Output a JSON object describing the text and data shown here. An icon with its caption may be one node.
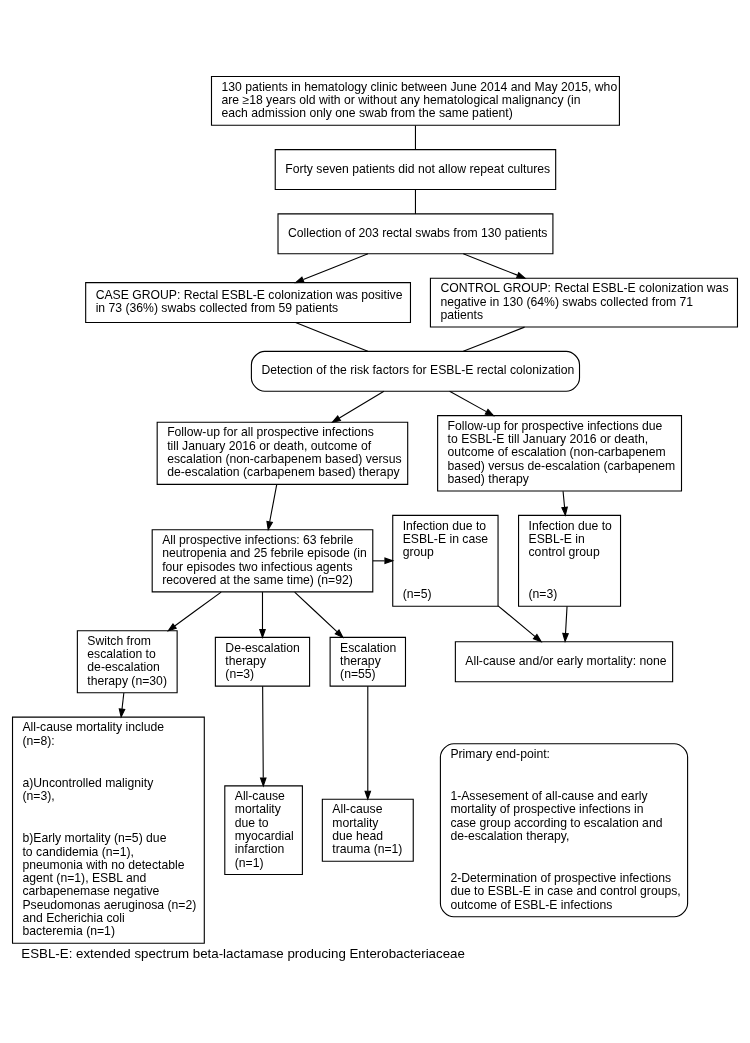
{
  "diagram": {
    "caption": "ESBL-E: extended spectrum beta-lactamase producing Enterobacteriaceae",
    "nodes": [
      {
        "text": [
          "130 patients in hematology clinic between June 2014 and May 2015, who are ≥18 years old with or without any hematological malignancy (in each admission only one swab from the same patient)"
        ]
      },
      {
        "text": [
          "Forty seven patients did not allow repeat cultures"
        ]
      },
      {
        "text": [
          "Collection of 203 rectal swabs from 130 patients"
        ]
      },
      {
        "text": [
          "CASE GROUP: Rectal ESBL-E colonization was positive in 73 (36%) swabs collected from 59 patients"
        ]
      },
      {
        "text": [
          "CONTROL GROUP: Rectal ESBL-E colonization was negative in 130 (64%) swabs collected from 71 patients"
        ]
      },
      {
        "text": [
          "Detection of the risk factors for ESBL-E rectal colonization"
        ]
      },
      {
        "text": [
          "Follow-up for all prospective infections till January 2016 or death, outcome of escalation (non-carbapenem based) versus de-escalation (carbapenem based) therapy"
        ]
      },
      {
        "text": [
          "Follow-up for prospective infections due to ESBL-E till January 2016 or death, outcome of escalation (non-carbapenem based) versus de-escalation (carbapenem based) therapy"
        ]
      },
      {
        "text": [
          "All prospective infections: 63 febrile neutropenia and 25 febrile episode (in four episodes two infectious agents recovered at the same time) (n=92)"
        ]
      },
      {
        "text": [
          "Infection due to ESBL-E in case group",
          "(n=5)"
        ]
      },
      {
        "text": [
          "Infection due to ESBL-E in control group",
          "(n=3)"
        ]
      },
      {
        "text": [
          "Switch from escalation to de-escalation therapy (n=30)"
        ]
      },
      {
        "text": [
          "De-escalation therapy (n=3)"
        ]
      },
      {
        "text": [
          "Escalation therapy (n=55)"
        ]
      },
      {
        "text": [
          "All-cause and/or early mortality: none"
        ]
      },
      {
        "text": [
          "All-cause mortality include (n=8):",
          "a)Uncontrolled malignity (n=3),",
          "b)Early mortality (n=5) due to candidemia (n=1), pneumonia with no detectable agent (n=1), ESBL and carbapenemase negative Pseudomonas aeruginosa (n=2) and Echerichia coli bacteremia (n=1)"
        ]
      },
      {
        "text": [
          "All-cause mortality due to myocardial infarction (n=1)"
        ]
      },
      {
        "text": [
          "All-cause mortality due head trauma (n=1)"
        ]
      },
      {
        "text": [
          "Primary end-point:",
          "1-Assesement of all-cause and early mortality of prospective infections in case group according to escalation and de-escalation therapy,",
          "2-Determination of prospective infections due to ESBL-E in case and control groups, outcome of ESBL-E infections"
        ]
      }
    ],
    "edges": [
      {
        "from": 0,
        "to": 1,
        "arrow": "none"
      },
      {
        "from": 1,
        "to": 2,
        "arrow": "none"
      },
      {
        "from": 2,
        "to": 3,
        "arrow": "to"
      },
      {
        "from": 2,
        "to": 4,
        "arrow": "to"
      },
      {
        "from": 3,
        "to": 5,
        "arrow": "none"
      },
      {
        "from": 4,
        "to": 5,
        "arrow": "none"
      },
      {
        "from": 5,
        "to": 6,
        "arrow": "to"
      },
      {
        "from": 5,
        "to": 7,
        "arrow": "to"
      },
      {
        "from": 6,
        "to": 8,
        "arrow": "to"
      },
      {
        "from": 8,
        "to": 9,
        "arrow": "to"
      },
      {
        "from": 7,
        "to": 10,
        "arrow": "to"
      },
      {
        "from": 8,
        "to": 11,
        "arrow": "to"
      },
      {
        "from": 8,
        "to": 12,
        "arrow": "to"
      },
      {
        "from": 8,
        "to": 13,
        "arrow": "to"
      },
      {
        "from": 9,
        "to": 14,
        "arrow": "to"
      },
      {
        "from": 10,
        "to": 14,
        "arrow": "to"
      },
      {
        "from": 11,
        "to": 15,
        "arrow": "to"
      },
      {
        "from": 12,
        "to": 16,
        "arrow": "to"
      },
      {
        "from": 13,
        "to": 17,
        "arrow": "to"
      }
    ]
  }
}
